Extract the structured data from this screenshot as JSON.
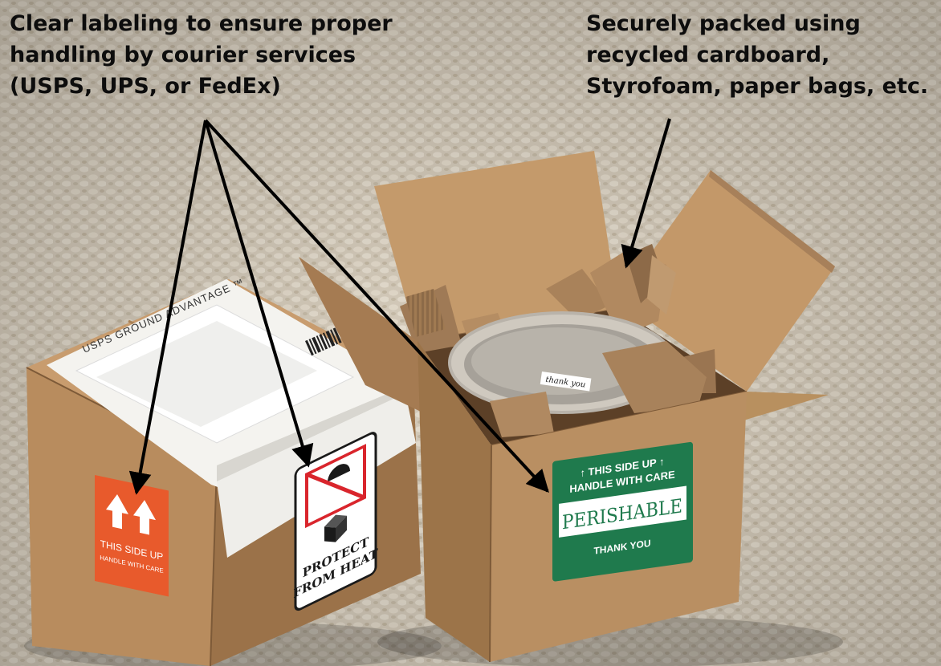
{
  "captions": {
    "left": "Clear labeling to ensure proper\nhandling by courier services\n(USPS, UPS, or FedEx)",
    "right": "Securely packed using\nrecycled cardboard,\nStyrofoam, paper bags, etc."
  },
  "shipping_label": {
    "service": "USPS GROUND ADVANTAGE ™"
  },
  "labels": {
    "orange": {
      "line1": "THIS SIDE UP",
      "line2": "HANDLE WITH CARE"
    },
    "heat": {
      "line1": "PROTECT",
      "line2": "FROM HEAT"
    },
    "perishable": {
      "line1": "↑ THIS SIDE UP ↑",
      "line2": "HANDLE WITH CARE",
      "main": "PERISHABLE",
      "footer": "THANK YOU"
    }
  },
  "lid_note": "thank you",
  "colors": {
    "carpet": "#d9cfbe",
    "cardboard": "#b98f64",
    "cardboard_dark": "#8f6a45",
    "orange_label": "#e85a2c",
    "perishable_green": "#1f7a4d",
    "caption_text": "#0d0d0d"
  }
}
